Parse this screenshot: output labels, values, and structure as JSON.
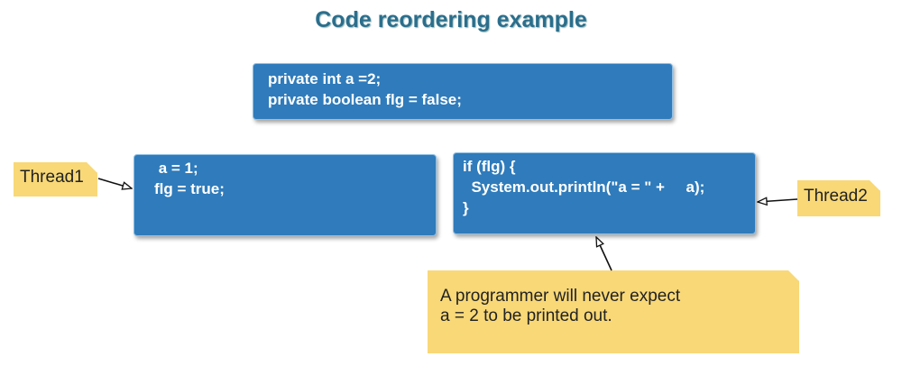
{
  "title": "Code reordering example",
  "shared_code": [
    "private int a =2;",
    "private boolean flg = false;"
  ],
  "thread1": {
    "label": "Thread1",
    "code": [
      " a = 1;",
      "flg = true;"
    ]
  },
  "thread2": {
    "label": "Thread2",
    "code": [
      "if (flg) {",
      "  System.out.println(\"a = \" +     a);",
      "}"
    ]
  },
  "note": {
    "lines": [
      "A programmer will never expect",
      "a = 2 to be printed out."
    ]
  },
  "colors": {
    "box": "#2f7bbb",
    "note": "#f8d877",
    "title": "#2b6e8c"
  }
}
